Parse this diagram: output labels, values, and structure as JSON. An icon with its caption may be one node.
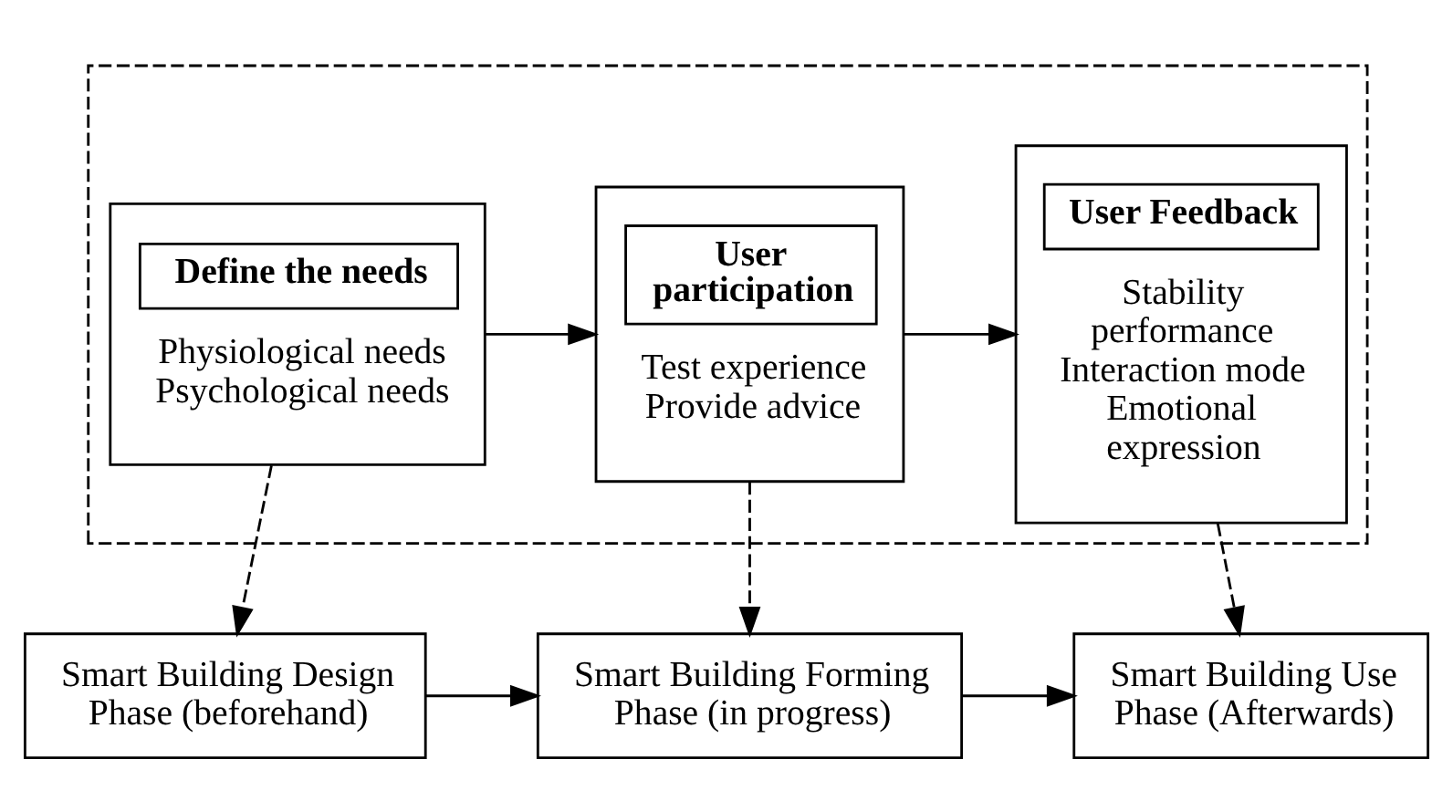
{
  "diagram": {
    "nodes": [
      {
        "text": [],
        "shape": "box"
      },
      {
        "text": [
          "Define the needs",
          "Physiological needs Psychological needs"
        ],
        "in": 0
      },
      {
        "text": [
          "User participation",
          "Test experience Provide advice"
        ],
        "in": 0
      },
      {
        "text": [
          "User Feedback",
          "Stability performance Interaction mode Emotional expression"
        ],
        "in": 0
      },
      {
        "text": [
          "Smart Building Design Phase (beforehand)"
        ]
      },
      {
        "text": [
          "Smart Building Forming Phase (in progress)"
        ]
      },
      {
        "text": [
          "Smart Building Use Phase (Afterwards)"
        ]
      }
    ],
    "edges": [
      {
        "from": 1,
        "to": 2,
        "arrow": "to"
      },
      {
        "from": 2,
        "to": 3,
        "arrow": "to"
      },
      {
        "from": 1,
        "to": 4,
        "arrow": "to",
        "style": "dashed"
      },
      {
        "from": 2,
        "to": 5,
        "arrow": "to",
        "style": "dashed"
      },
      {
        "from": 3,
        "to": 6,
        "arrow": "to",
        "style": "dashed"
      },
      {
        "from": 4,
        "to": 5,
        "arrow": "to"
      },
      {
        "from": 5,
        "to": 6,
        "arrow": "to"
      }
    ]
  }
}
